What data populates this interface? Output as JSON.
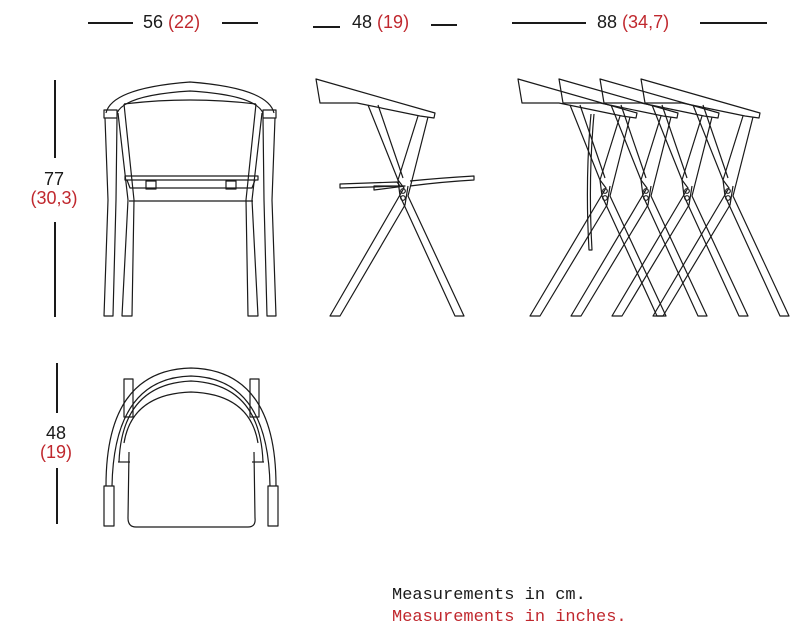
{
  "dimensions": {
    "front_width": {
      "cm": "56",
      "inches": "(22)"
    },
    "side_depth": {
      "cm": "48",
      "inches": "(19)"
    },
    "stacked_depth": {
      "cm": "88",
      "inches": "(34,7)"
    },
    "height": {
      "cm": "77",
      "inches": "(30,3)"
    },
    "top_depth": {
      "cm": "48",
      "inches": "(19)"
    }
  },
  "views": [
    "front-view",
    "side-view",
    "stacked-view",
    "top-view"
  ],
  "notes": {
    "cm": "Measurements in cm.",
    "inches": "Measurements in inches."
  },
  "colors": {
    "ink": "#1a1a1a",
    "inch_red": "#c0282e",
    "background": "#ffffff"
  }
}
